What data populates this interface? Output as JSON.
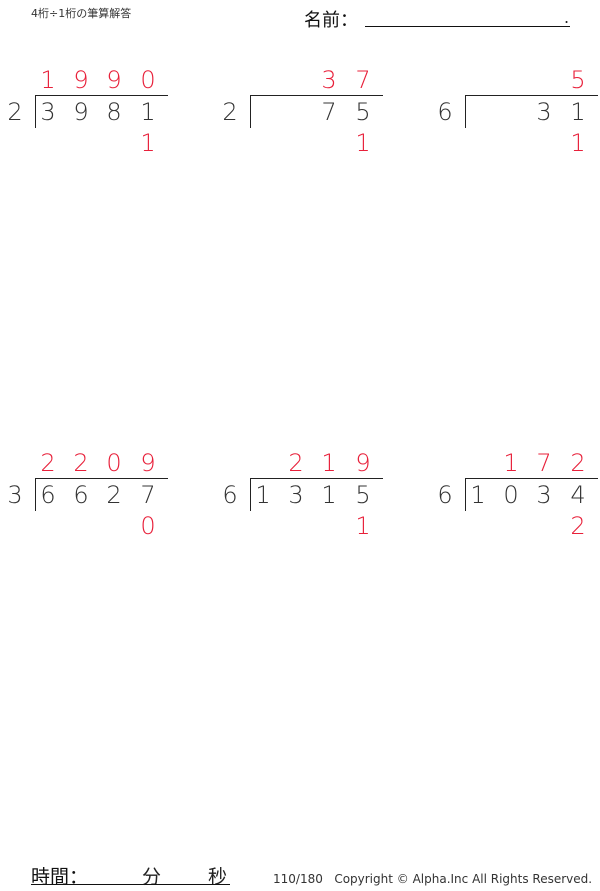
{
  "header": {
    "title": "4桁÷1桁の筆算解答",
    "name_label": "名前：",
    "name_end": "."
  },
  "problems": [
    {
      "divisor": "2",
      "dividend": [
        "3",
        "9",
        "8",
        "1"
      ],
      "quotient": [
        "1",
        "9",
        "9",
        "0"
      ],
      "remainder": "1"
    },
    {
      "divisor": "2",
      "dividend": [
        "",
        "",
        "7",
        "5"
      ],
      "quotient": [
        "",
        "",
        "3",
        "7"
      ],
      "remainder": "1"
    },
    {
      "divisor": "6",
      "dividend": [
        "",
        "",
        "3",
        "1"
      ],
      "quotient": [
        "",
        "",
        "",
        "5"
      ],
      "remainder": "1"
    },
    {
      "divisor": "3",
      "dividend": [
        "6",
        "6",
        "2",
        "7"
      ],
      "quotient": [
        "2",
        "2",
        "0",
        "9"
      ],
      "remainder": "0"
    },
    {
      "divisor": "6",
      "dividend": [
        "1",
        "3",
        "1",
        "5"
      ],
      "quotient": [
        "",
        "2",
        "1",
        "9"
      ],
      "remainder": "1"
    },
    {
      "divisor": "6",
      "dividend": [
        "1",
        "0",
        "3",
        "4"
      ],
      "quotient": [
        "",
        "1",
        "7",
        "2"
      ],
      "remainder": "2"
    }
  ],
  "footer": {
    "time_label": "時間：",
    "minutes": "分",
    "seconds": "秒",
    "page": "110/180",
    "copyright": "Copyright © Alpha.Inc All Rights Reserved."
  },
  "colors": {
    "answer": "#e8203a",
    "text": "#333333"
  }
}
